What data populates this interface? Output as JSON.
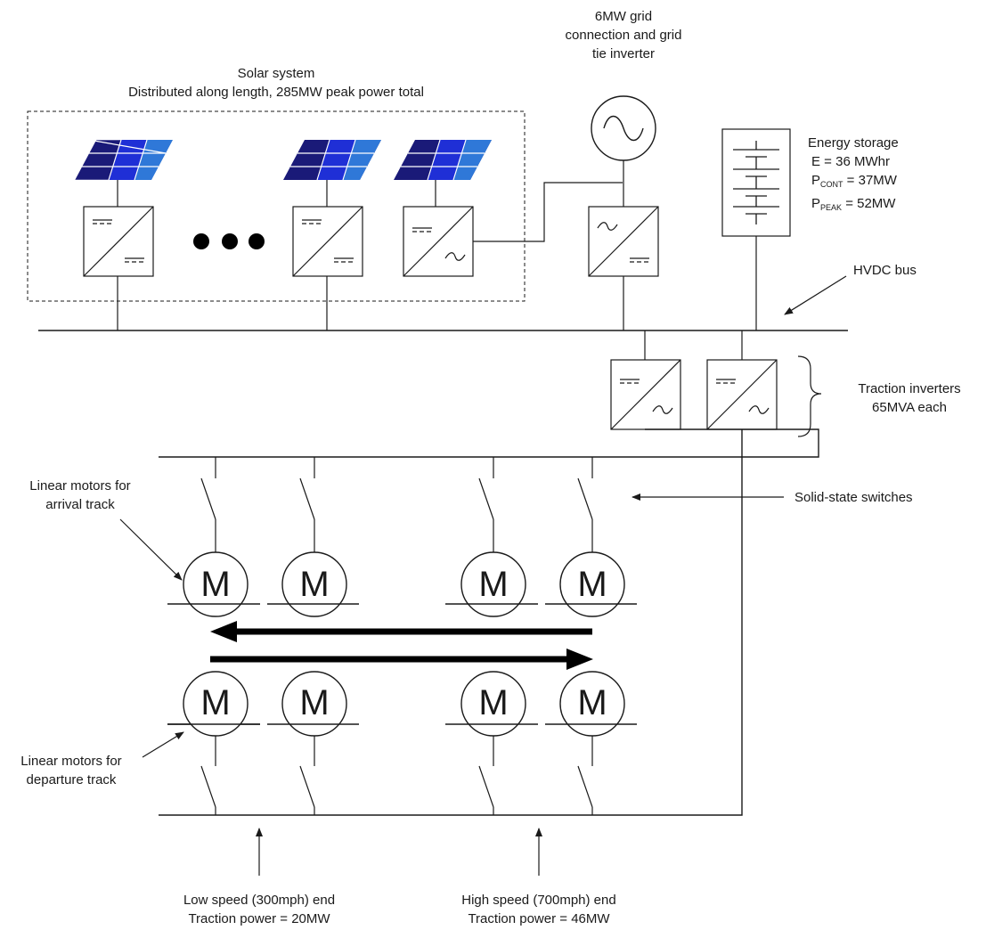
{
  "solar": {
    "title_line1": "Solar system",
    "title_line2": "Distributed along length, 285MW peak power total"
  },
  "grid": {
    "line1": "6MW grid",
    "line2": "connection and grid",
    "line3": "tie inverter"
  },
  "storage": {
    "title": "Energy storage",
    "energy": "E = 36 MWhr",
    "p_cont_prefix": "P",
    "p_cont_sub": "CONT",
    "p_cont_value": " = 37MW",
    "p_peak_prefix": "P",
    "p_peak_sub": "PEAK",
    "p_peak_value": " = 52MW"
  },
  "hvdc_label": "HVDC bus",
  "traction": {
    "line1": "Traction inverters",
    "line2": "65MVA each"
  },
  "switches_label": "Solid-state switches",
  "arrival": {
    "line1": "Linear motors for",
    "line2": "arrival track"
  },
  "departure": {
    "line1": "Linear motors for",
    "line2": "departure track"
  },
  "motor_letter": "M",
  "low_speed": {
    "line1": "Low speed (300mph) end",
    "line2": "Traction power = 20MW"
  },
  "high_speed": {
    "line1": "High speed (700mph) end",
    "line2": "Traction power = 46MW"
  },
  "colors": {
    "panel_dark": "#1a1a78",
    "panel_mid": "#1f2fd6",
    "panel_light": "#2f78d8",
    "line": "#1a1a1a"
  }
}
